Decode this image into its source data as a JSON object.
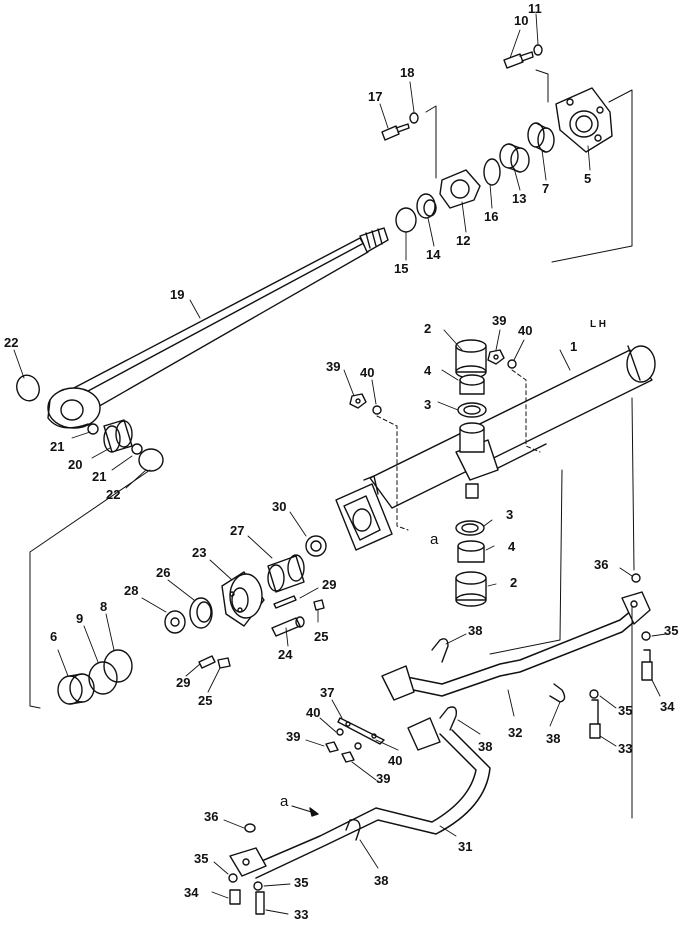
{
  "parts": {
    "p1": "1",
    "p2a": "2",
    "p2b": "2",
    "p3a": "3",
    "p3b": "3",
    "p4a": "4",
    "p4b": "4",
    "p5": "5",
    "p6": "6",
    "p7": "7",
    "p8": "8",
    "p9": "9",
    "p10": "10",
    "p11": "11",
    "p12": "12",
    "p13": "13",
    "p14": "14",
    "p15": "15",
    "p16": "16",
    "p17": "17",
    "p18": "18",
    "p19": "19",
    "p20": "20",
    "p21a": "21",
    "p21b": "21",
    "p22a": "22",
    "p22b": "22",
    "p23": "23",
    "p24": "24",
    "p25a": "25",
    "p25b": "25",
    "p26": "26",
    "p27": "27",
    "p28": "28",
    "p29a": "29",
    "p29b": "29",
    "p30": "30",
    "p31": "31",
    "p32": "32",
    "p33a": "33",
    "p33b": "33",
    "p34a": "34",
    "p34b": "34",
    "p35a": "35",
    "p35b": "35",
    "p35c": "35",
    "p35d": "35",
    "p36a": "36",
    "p36b": "36",
    "p37": "37",
    "p38a": "38",
    "p38b": "38",
    "p38c": "38",
    "p38d": "38",
    "p39a": "39",
    "p39b": "39",
    "p39c": "39",
    "p39d": "39",
    "p40a": "40",
    "p40b": "40",
    "p40c": "40",
    "p40d": "40"
  },
  "markers": {
    "a_top": "a",
    "a_bottom": "a",
    "side_mark": "L H"
  },
  "colors": {
    "ink": "#111111",
    "paper": "#ffffff"
  }
}
